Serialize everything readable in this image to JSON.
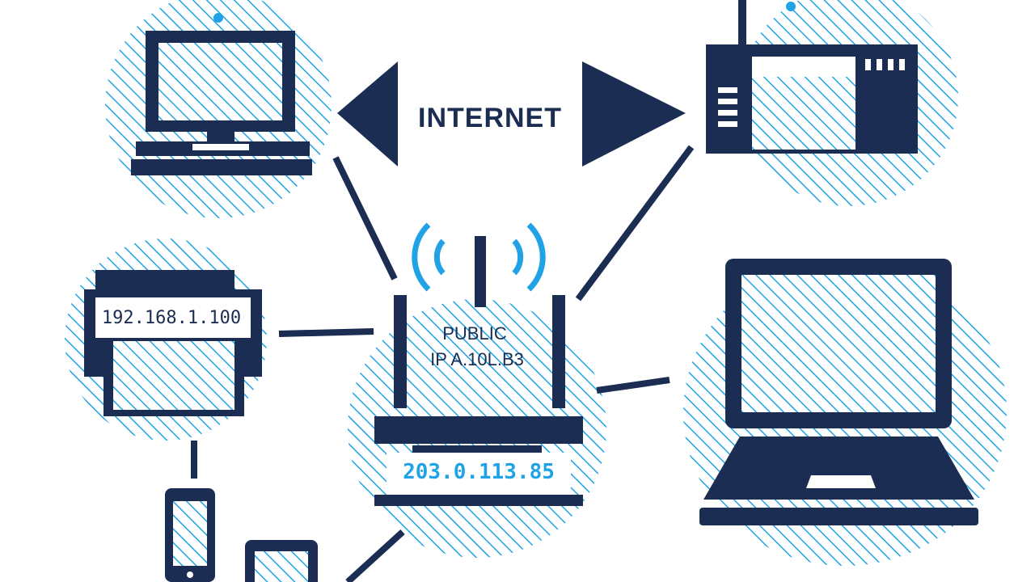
{
  "diagram": {
    "internet_label": "INTERNET",
    "printer_ip": "192.168.1.100",
    "router_public_label_line1": "PUBLIC",
    "router_public_label_line2": "IP A.10L.B3",
    "router_wan_ip": "203.0.113.85"
  },
  "colors": {
    "navy": "#1b2d52",
    "accent_blue": "#1fa3e6",
    "background": "#ffffff"
  },
  "icons": [
    "desktop-computer-icon",
    "fax-machine-icon",
    "printer-icon",
    "wifi-router-icon",
    "laptop-icon",
    "smartphone-icon",
    "tablet-icon"
  ]
}
